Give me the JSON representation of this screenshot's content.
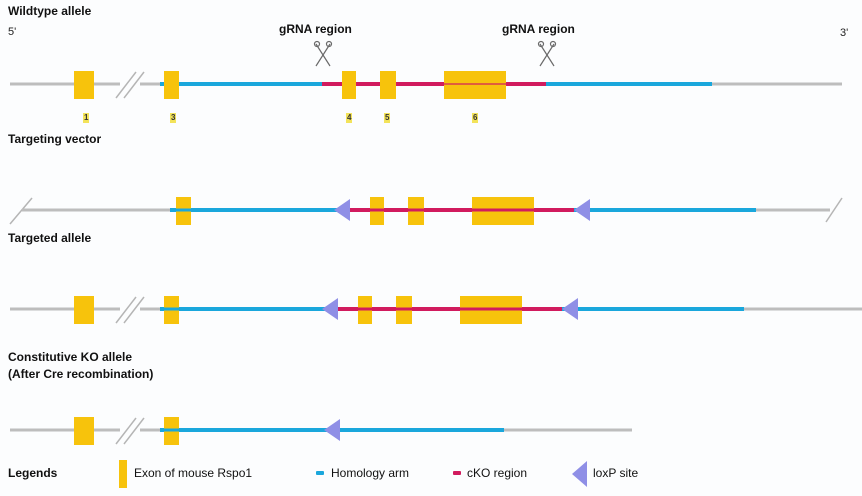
{
  "colors": {
    "backbone": "#bdbdbd",
    "homology_arm": "#1aa7dc",
    "cko_region": "#d11b5e",
    "exon": "#f7c30c",
    "loxp": "#8f8fe6",
    "scissors": "#666666"
  },
  "ends": {
    "five_prime": "5'",
    "three_prime": "3'"
  },
  "sections": {
    "wildtype": {
      "title": "Wildtype allele",
      "grna_labels": [
        "gRNA region",
        "gRNA region"
      ],
      "exon_numbers": [
        "1",
        "3",
        "4",
        "5",
        "6"
      ]
    },
    "targeting_vector": {
      "title": "Targeting vector"
    },
    "targeted": {
      "title": "Targeted allele"
    },
    "ko": {
      "title_line1": "Constitutive KO allele",
      "title_line2": "(After Cre recombination)"
    }
  },
  "legend": {
    "title": "Legends",
    "items": [
      {
        "label": "Exon of mouse Rspo1",
        "kind": "exon"
      },
      {
        "label": "Homology arm",
        "kind": "homology_arm"
      },
      {
        "label": "cKO region",
        "kind": "cko_region"
      },
      {
        "label": "loxP site",
        "kind": "loxp"
      }
    ]
  }
}
